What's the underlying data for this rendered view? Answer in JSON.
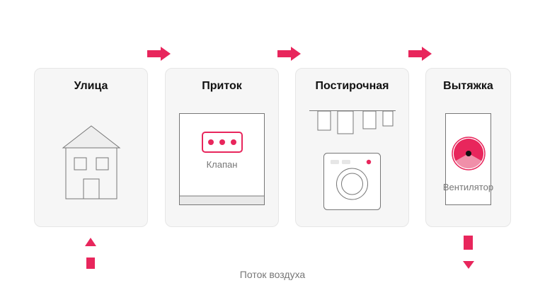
{
  "accent_color": "#e8265c",
  "cards": [
    {
      "title": "Улица",
      "icon": "house-icon"
    },
    {
      "title": "Приток",
      "icon": "air-valve-icon",
      "caption": "Клапан"
    },
    {
      "title": "Постирочная",
      "icon": "laundry-icon"
    },
    {
      "title": "Вытяжка",
      "icon": "fan-icon",
      "caption": "Вентилятор"
    }
  ],
  "flow_label": "Поток воздуха",
  "flow_arrows": {
    "between_cards": "arrow-right-icon",
    "inlet": "arrow-up-icon",
    "outlet": "arrow-down-icon"
  }
}
